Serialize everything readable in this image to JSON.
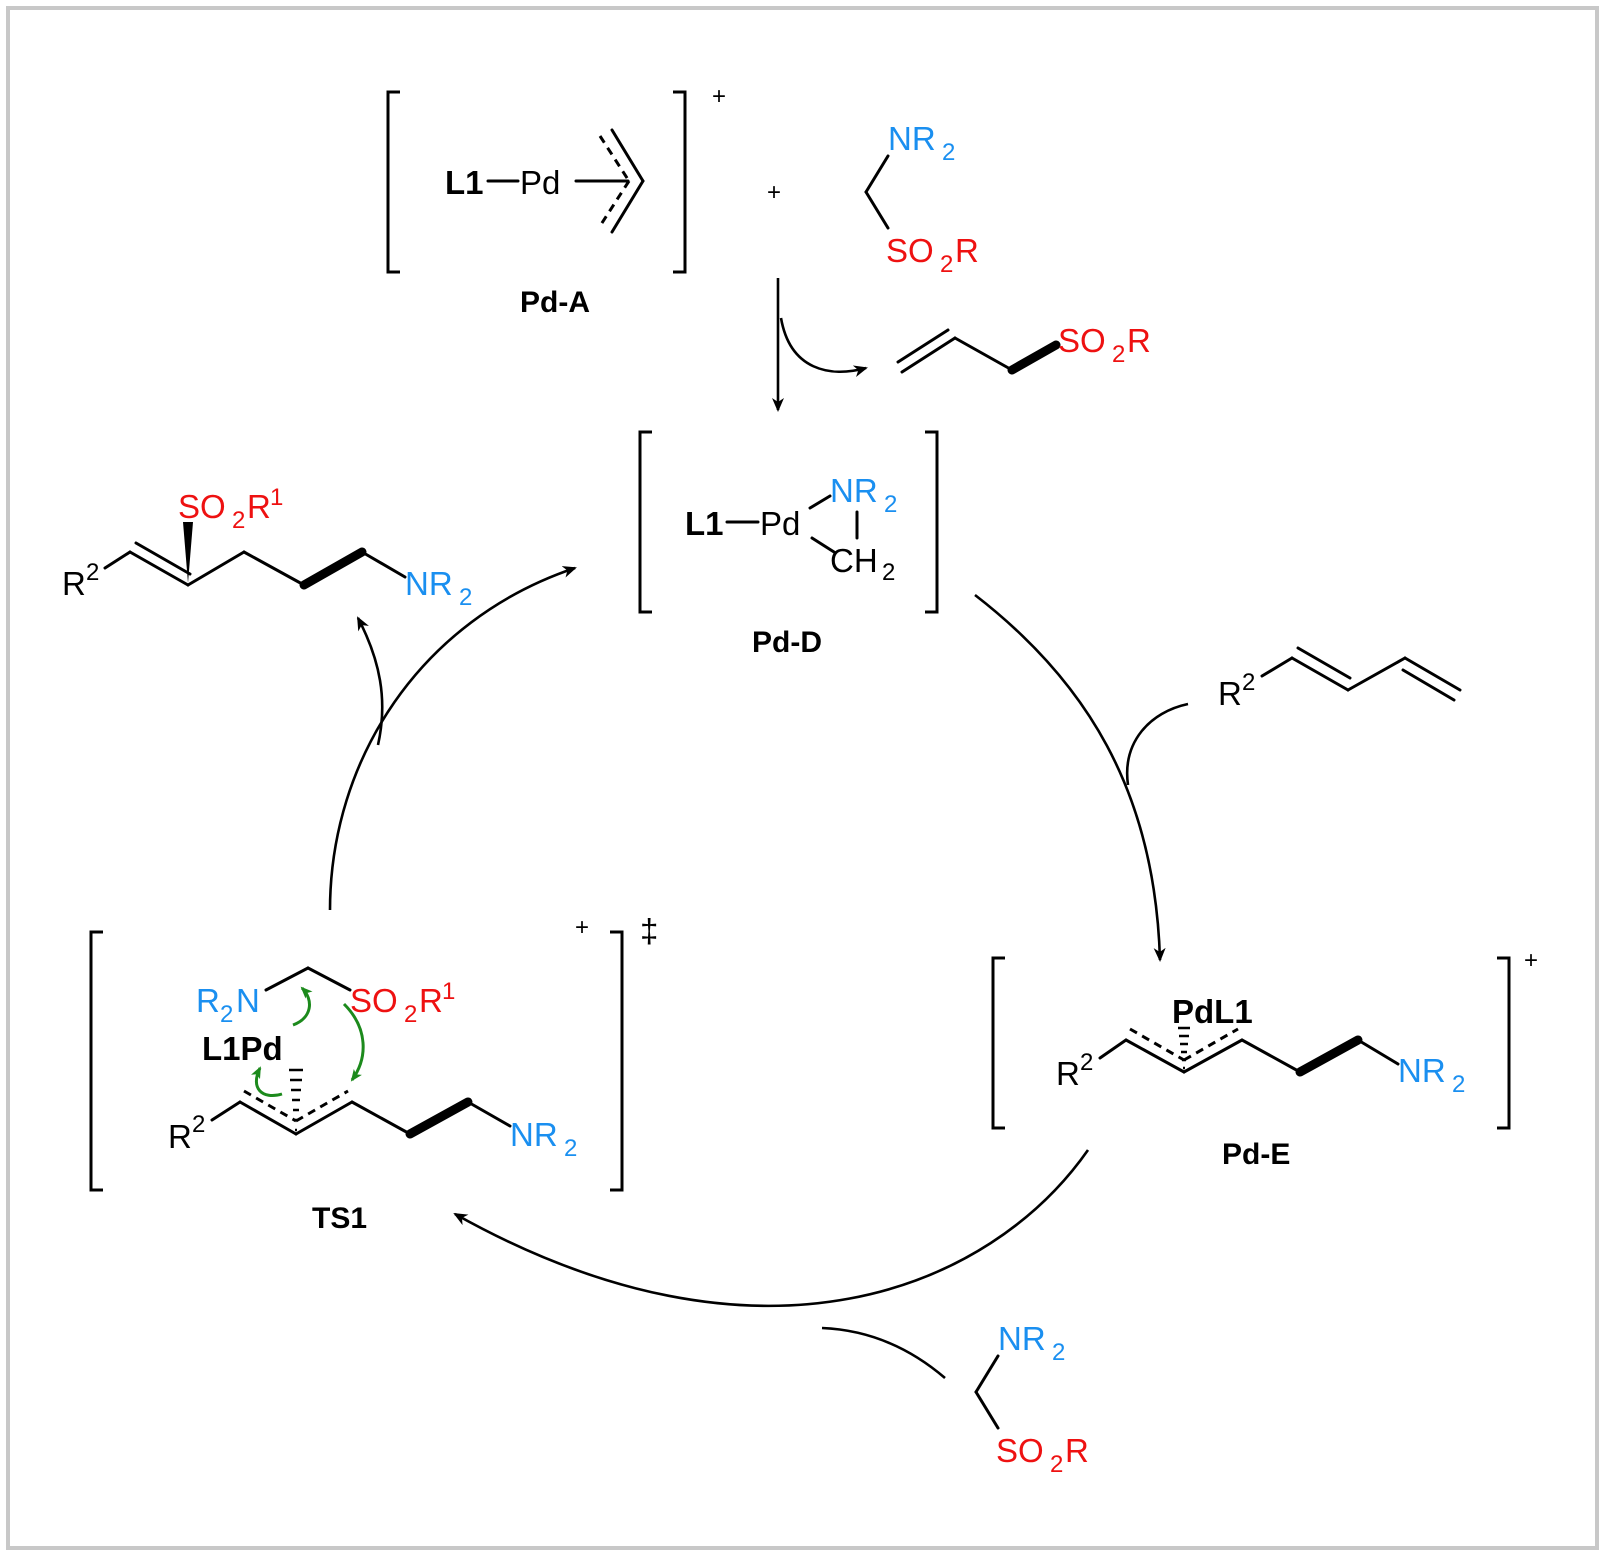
{
  "labels": {
    "pdA": "Pd-A",
    "pdD": "Pd-D",
    "pdE": "Pd-E",
    "ts1": "TS1",
    "L1": "L1",
    "Pd": "Pd",
    "L1Pd": "L1Pd",
    "PdL1": "PdL1",
    "plus": "+",
    "dagger": "‡",
    "N": "N",
    "NR": "NR",
    "R": "R",
    "SO": "SO",
    "CH": "CH",
    "two": "2",
    "one": "1",
    "R2sub": "2"
  },
  "colors": {
    "nitrogen": "#1a8ff0",
    "sulfonyl": "#ee1111",
    "curly_arrow": "#1c8a1c",
    "frame": "#c8c8c8"
  },
  "icons": {
    "reaction_arrow": "arrow-icon",
    "electron_push": "curly-arrow-icon"
  }
}
